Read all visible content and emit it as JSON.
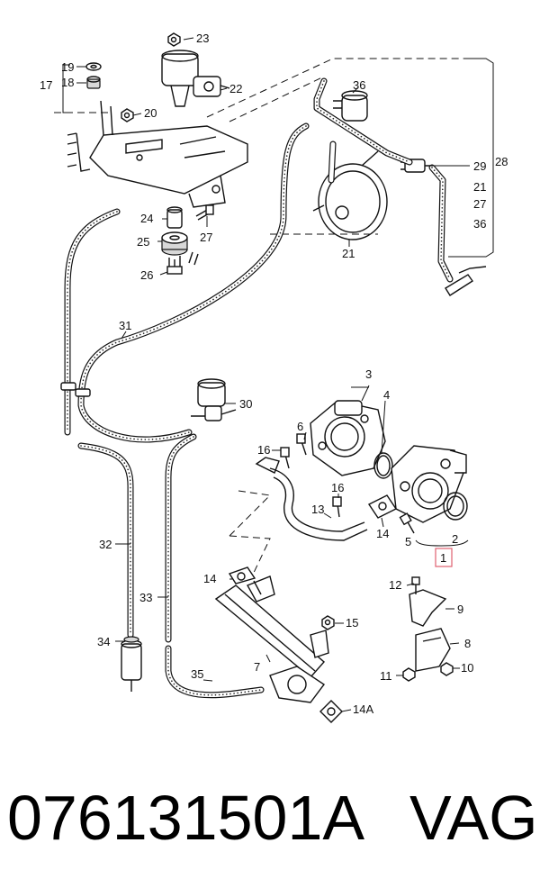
{
  "footer": {
    "part_number": "076131501A",
    "brand": "VAG"
  },
  "callouts": {
    "c1": "1",
    "c2": "2",
    "c3": "3",
    "c4": "4",
    "c5": "5",
    "c6": "6",
    "c7": "7",
    "c8": "8",
    "c9": "9",
    "c10": "10",
    "c11": "11",
    "c12": "12",
    "c13": "13",
    "c14a": "14",
    "c14b": "14",
    "c14A": "14A",
    "c15": "15",
    "c16a": "16",
    "c16b": "16",
    "c17": "17",
    "c18": "18",
    "c19": "19",
    "c20": "20",
    "c21a": "21",
    "c21b": "21",
    "c22": "22",
    "c23": "23",
    "c24": "24",
    "c25": "25",
    "c26": "26",
    "c27a": "27",
    "c27b": "27",
    "c28": "28",
    "c29": "29",
    "c30": "30",
    "c31": "31",
    "c32": "32",
    "c33": "33",
    "c34": "34",
    "c35": "35",
    "c36a": "36",
    "c36b": "36"
  },
  "highlight_color": "#e06070"
}
